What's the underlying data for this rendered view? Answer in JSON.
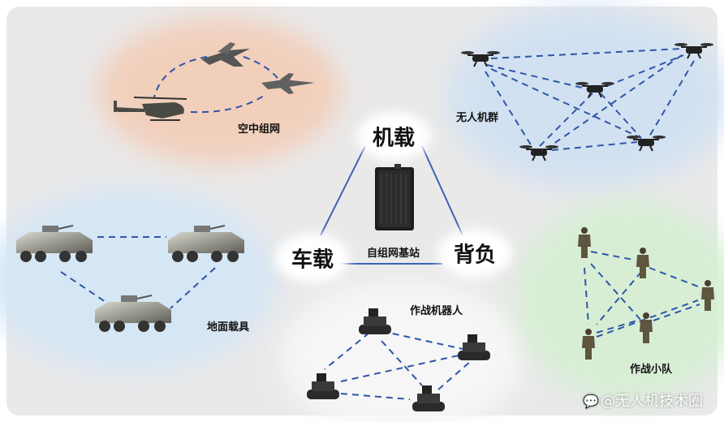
{
  "hub": {
    "nodes": [
      {
        "id": "airborne",
        "label": "机载"
      },
      {
        "id": "vehicle",
        "label": "车载"
      },
      {
        "id": "backpack",
        "label": "背负"
      }
    ],
    "center_label": "自组网基站"
  },
  "groups": {
    "air": {
      "label": "空中组网",
      "color": "#f4c9b0"
    },
    "drones": {
      "label": "无人机群",
      "color": "#cfe0f3"
    },
    "ground": {
      "label": "地面载具",
      "color": "#d3e6f6"
    },
    "robots": {
      "label": "作战机器人",
      "color": "#f7f7f7"
    },
    "squad": {
      "label": "作战小队",
      "color": "#d6efd2"
    }
  },
  "colors": {
    "link": "#2f56a8",
    "hub_line": "#3b63b5",
    "background": "#e9e9e9"
  },
  "watermark": {
    "icon": "wechat-chat-icon",
    "text": "@无人机技术圈"
  }
}
